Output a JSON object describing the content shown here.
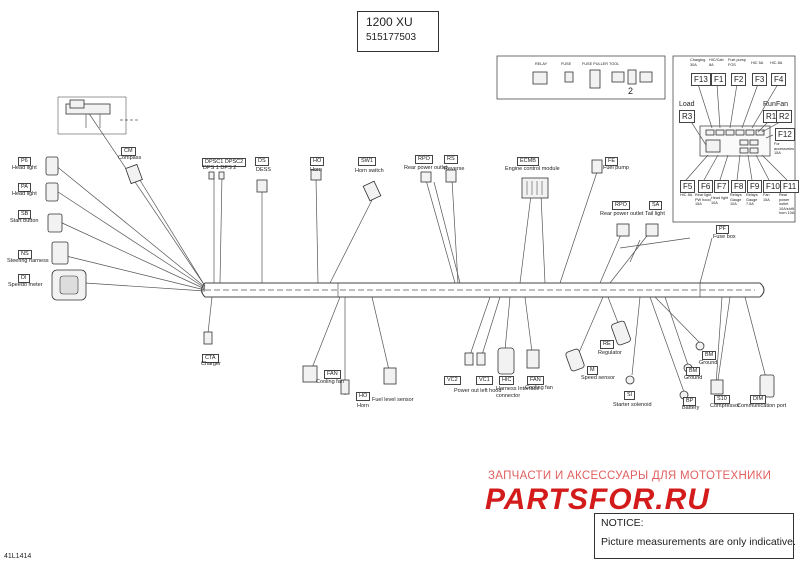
{
  "title": {
    "model": "1200 XU",
    "part_number": "515177503"
  },
  "diagram_code": "41L1414",
  "notice": {
    "heading": "NOTICE:",
    "text": "Picture measurements are only indicative."
  },
  "watermark": {
    "tagline": "ЗАПЧАСТИ И АКСЕССУАРЫ ДЛЯ МОТОТЕХНИКИ",
    "brand": "PARTSFOR.RU"
  },
  "inset": {
    "number": "2",
    "labels": [
      "RELAY",
      "FUSE",
      "FUSE PULLER TOOL"
    ]
  },
  "fuse_box": {
    "caption_code": "PF",
    "caption": "Fuse box",
    "top_notes": [
      {
        "code": "F13",
        "note": "Charging 30A"
      },
      {
        "code": "F1",
        "note": "HIC/Cab 8A"
      },
      {
        "code": "F2",
        "note": "Fuel pump FOS"
      },
      {
        "code": "F3",
        "note": "HIC 5A"
      },
      {
        "code": "F4",
        "note": "HIC 8A"
      }
    ],
    "relay_load": {
      "code": "R3",
      "label": "Load"
    },
    "relay_run": {
      "code": "R1",
      "label": "Run"
    },
    "relay_fan": {
      "code": "R2",
      "label": "Fan"
    },
    "f12": {
      "code": "F12",
      "note": "For accessories 15A"
    },
    "bottom_fuses": [
      {
        "code": "F5",
        "note": "HIC 8A"
      },
      {
        "code": "F6",
        "note": "Rear light PW hood 15A"
      },
      {
        "code": "F7",
        "note": "Head light 10A"
      },
      {
        "code": "F8",
        "note": "Relays Gauge 10A"
      },
      {
        "code": "F9",
        "note": "Relays Gauge 7.5A"
      },
      {
        "code": "F10",
        "note": "Fan 15A"
      },
      {
        "code": "F11",
        "note": "Rear power outlet 10A/shift horn 10A"
      }
    ]
  },
  "components": {
    "compass": {
      "code": "CM",
      "label": "Compass"
    },
    "head_light_1": {
      "code": "P6",
      "label": "Head light"
    },
    "head_light_2": {
      "code": "PA",
      "label": "Head light"
    },
    "start_button": {
      "code": "SB",
      "label": "Start button"
    },
    "steering_harness": {
      "code": "NS",
      "label": "Steering harness"
    },
    "speedo_meter": {
      "code": "DI",
      "label": "Speedo meter"
    },
    "dpsc": {
      "code": "DPSC1  DPSC2",
      "label": "DPS 1  DPS 2"
    },
    "dess": {
      "code": "DS",
      "label": "DESS"
    },
    "horn_top": {
      "code": "HO",
      "label": "Horn"
    },
    "horn_switch": {
      "code": "SW1",
      "label": "Horn switch"
    },
    "rear_power_outlet_top": {
      "code": "RPO",
      "label": "Rear power outlet"
    },
    "reverse": {
      "code": "RS",
      "label": "Reverse"
    },
    "ecm": {
      "code": "ECMB",
      "label": "Engine control module"
    },
    "fuel_pump": {
      "code": "FE",
      "label": "Fuel pump"
    },
    "rear_power_outlet_right": {
      "code": "RPO",
      "label": "Rear power outlet"
    },
    "tail_light": {
      "code": "SA",
      "label": "Tail light"
    },
    "charger": {
      "code": "CTA",
      "label": "Charger"
    },
    "cooling_fan_left": {
      "code": "FAN",
      "label": "Cooling fan"
    },
    "horn_bottom": {
      "code": "HO",
      "label": "Horn"
    },
    "fuel_level_sensor": {
      "code": "",
      "label": "Fuel level sensor"
    },
    "power_out_left_hood": {
      "code": "VC2",
      "label": "Power out left hood"
    },
    "harness_interface": {
      "code": "HIC",
      "label": "Harness Interface connector"
    },
    "vc1": {
      "code": "VC1",
      "label": ""
    },
    "cooling_fan_mid": {
      "code": "FAN",
      "label": "Cooling fan"
    },
    "regulator": {
      "code": "RE",
      "label": "Regulator"
    },
    "speed_sensor": {
      "code": "M",
      "label": "Speed sensor"
    },
    "starter_solenoid": {
      "code": "SI",
      "label": "Starter solenoid"
    },
    "ground_1": {
      "code": "BM",
      "label": "Ground"
    },
    "ground_2": {
      "code": "BM",
      "label": "Ground"
    },
    "battery": {
      "code": "BP",
      "label": "Battery"
    },
    "compressor": {
      "code": "S10",
      "label": "Compressor"
    },
    "communication_port": {
      "code": "DIM",
      "label": "Communication port"
    }
  }
}
